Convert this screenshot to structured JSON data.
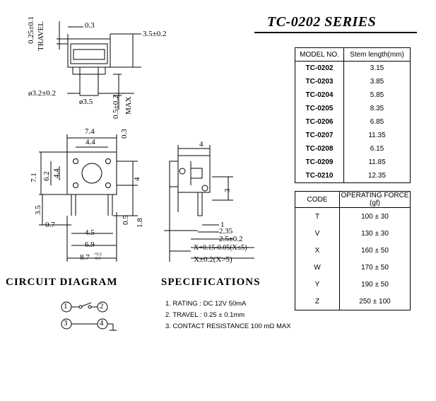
{
  "title": "TC-0202   SERIES",
  "drawing": {
    "top_view": {
      "d_03": "0.3",
      "d_35": "3.5±0.2",
      "d_travel_a": "0.25±0.1",
      "d_travel_b": "TRAVEL",
      "d_32": "ø3.2±0.2",
      "d_ph35": "ø3.5",
      "d_max_a": "0.5±0.2",
      "d_max_b": "MAX"
    },
    "front_view": {
      "d_74": "7.4",
      "d_44": "4.4",
      "d_03": "0.3",
      "d_71": "7.1",
      "d_62": "6.2",
      "d_44v": "4.4",
      "d_4": "4",
      "d_35": "3.5",
      "d_07": "0.7",
      "d_45": "4.5",
      "d_69": "6.9",
      "d_87": "8.7",
      "d_87_tol": "+0.2 -0.3",
      "d_05": "0.5",
      "d_18": "1.8"
    },
    "side_view": {
      "d_4": "4",
      "d_3": "3",
      "d_1": "1",
      "d_235": "2.35",
      "d_25": "2.5±0.2",
      "d_x1": "X+0.15-0.05(X≤5)",
      "d_x2": "X±0.2(X>5)"
    }
  },
  "model_table": {
    "headers": [
      "MODEL NO.",
      "Stem length(mm)"
    ],
    "rows": [
      [
        "TC-0202",
        "3.15"
      ],
      [
        "TC-0203",
        "3.85"
      ],
      [
        "TC-0204",
        "5.85"
      ],
      [
        "TC-0205",
        "8.35"
      ],
      [
        "TC-0206",
        "6.85"
      ],
      [
        "TC-0207",
        "11.35"
      ],
      [
        "TC-0208",
        "6.15"
      ],
      [
        "TC-0209",
        "11.85"
      ],
      [
        "TC-0210",
        "12.35"
      ]
    ]
  },
  "force_table": {
    "headers": [
      "CODE",
      "OPERATING FORCE (gf)"
    ],
    "rows": [
      [
        "T",
        "100 ± 30"
      ],
      [
        "V",
        "130 ± 30"
      ],
      [
        "X",
        "160 ± 50"
      ],
      [
        "W",
        "170 ± 50"
      ],
      [
        "Y",
        "190 ± 50"
      ],
      [
        "Z",
        "250 ± 100"
      ]
    ]
  },
  "circuit": {
    "heading": "CIRCUIT  DIAGRAM",
    "pins": [
      "1",
      "2",
      "3",
      "4"
    ]
  },
  "specifications": {
    "heading": "SPECIFICATIONS",
    "items": [
      "1. RATING : DC 12V  50mA",
      "2. TRAVEL : 0.25 ± 0.1mm",
      "3. CONTACT  RESISTANCE 100 mΩ MAX"
    ]
  }
}
